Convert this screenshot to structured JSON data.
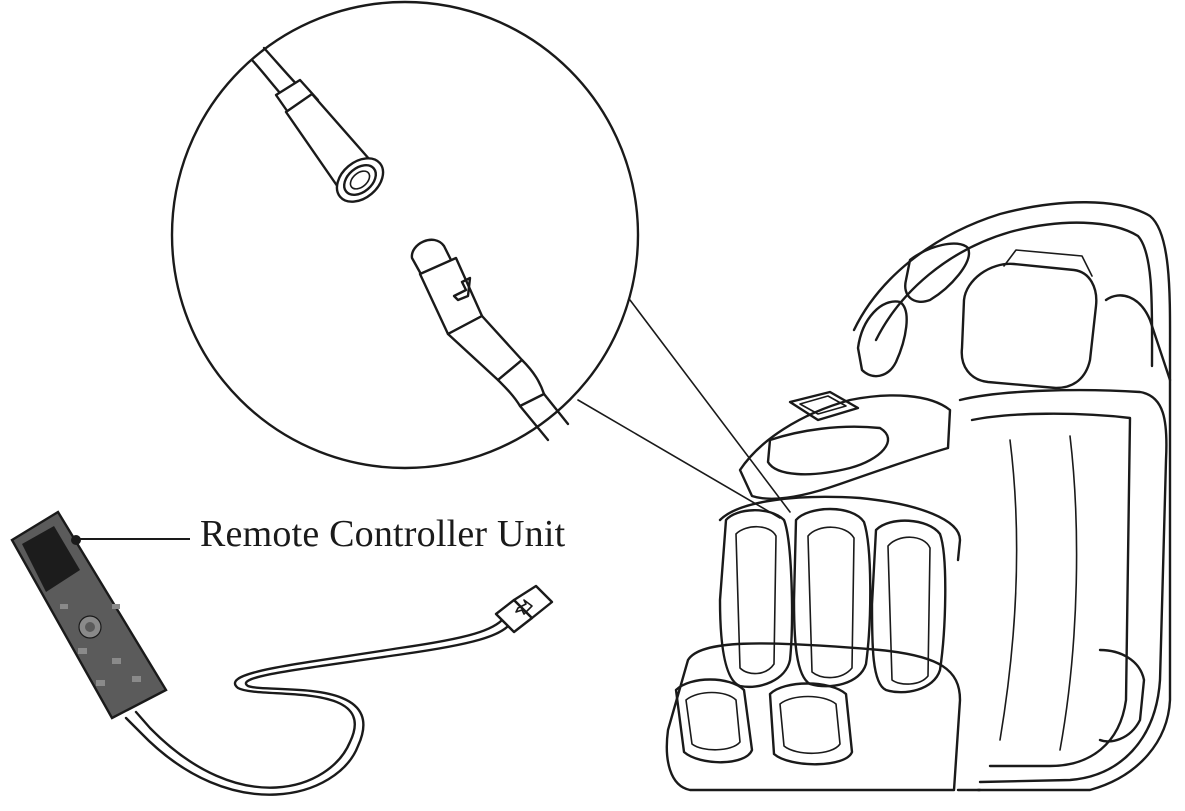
{
  "labels": {
    "remote": "Remote Controller Unit"
  },
  "colors": {
    "ink": "#1a1a1a",
    "remote_body": "#5b5b5b",
    "remote_screen": "#1c1c1c",
    "remote_button": "#8a8a8a"
  },
  "icons": {
    "connector_arrow": "up-arrow",
    "plug_arrow": "right-arrow"
  }
}
